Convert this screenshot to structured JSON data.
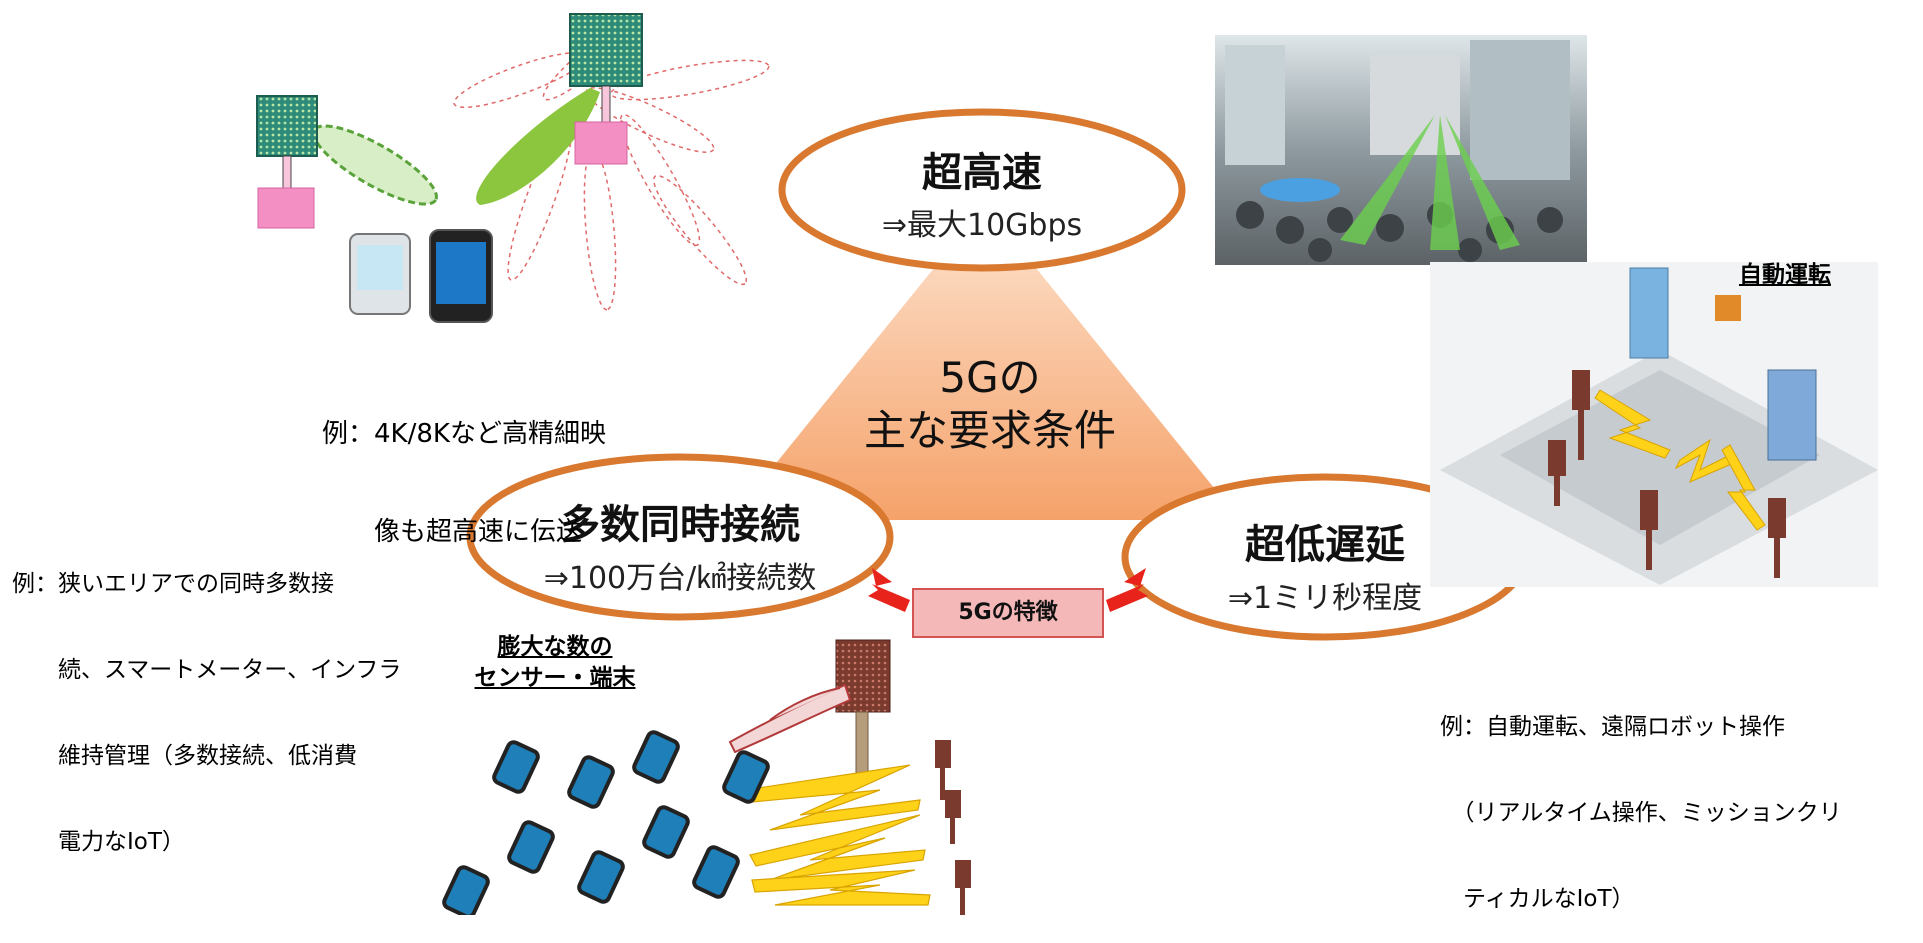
{
  "center_title_line1": "5Gの",
  "center_title_line2": "主な要求条件",
  "features": {
    "bandwidth": {
      "title": "超高速",
      "subtitle": "⇒最大10Gbps"
    },
    "connections": {
      "title": "多数同時接続",
      "subtitle": "⇒100万台/㎢接続数"
    },
    "latency": {
      "title": "超低遅延",
      "subtitle": "⇒1ミリ秒程度"
    }
  },
  "badge_label": "5Gの特徴",
  "examples": {
    "bandwidth": [
      "例：4K/8Kなど高精細映",
      "　　像も超高速に伝送"
    ],
    "connections": [
      "例：狭いエリアでの同時多数接",
      "　　続、スマートメーター、インフラ",
      "　　維持管理（多数接続、低消費",
      "　　電力なIoT）"
    ],
    "latency": [
      "例：自動運転、遠隔ロボット操作",
      "　（リアルタイム操作、ミッションクリ",
      "　ティカルなIoT）"
    ]
  },
  "labels": {
    "sensors_line1": "膨大な数の",
    "sensors_line2": "センサー・端末",
    "autonomous": "自動運転"
  },
  "colors": {
    "oval_border": "#d9782f",
    "triangle_top": "#fde3cf",
    "triangle_bottom": "#f5a26a",
    "arrow_red": "#e8231b",
    "beam_green": "#8cc63f",
    "antenna_teal": "#2e8b7a",
    "base_pink": "#f48fc4",
    "zigzag_yellow": "#ffd21a"
  }
}
